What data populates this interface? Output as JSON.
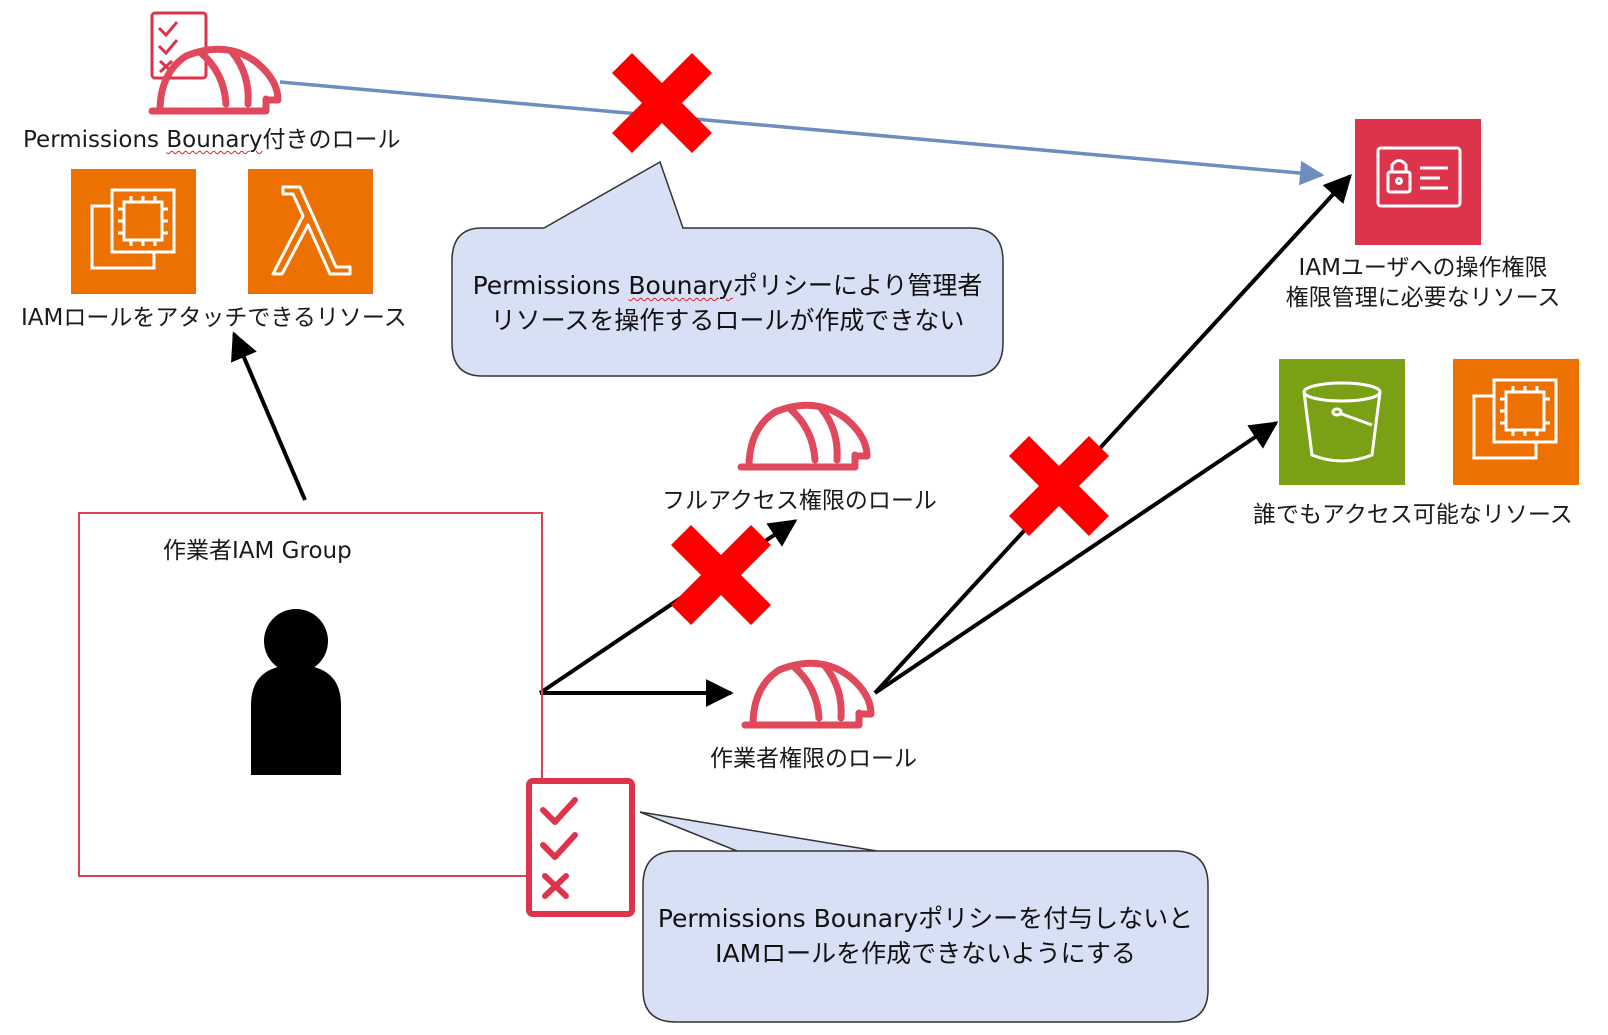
{
  "labels": {
    "pb_role_prefix": "Permissions ",
    "pb_role_squiggle": "Bounary",
    "pb_role_suffix": "付きのロール",
    "attachable_resources": "IAMロールをアタッチできるリソース",
    "iam_ops_line1": "IAMユーザへの操作権限",
    "iam_ops_line2": "権限管理に必要なリソース",
    "full_access_role": "フルアクセス権限のロール",
    "worker_role": "作業者権限のロール",
    "public_resources": "誰でもアクセス可能なリソース",
    "group_title": "作業者IAM Group"
  },
  "callouts": {
    "top_line1_prefix": "Permissions ",
    "top_line1_squiggle": "Bounary",
    "top_line1_suffix": "ポリシーにより管理者",
    "top_line2": "リソースを操作するロールが作成できない",
    "bottom_line1": "Permissions Bounaryポリシーを付与しないと",
    "bottom_line2": "IAMロールを作成できないようにする"
  },
  "icons": {
    "pb_role": "helmet-with-checklist-icon",
    "ec2": "ec2-chip-icon",
    "lambda": "lambda-icon",
    "iam": "iam-identity-card-icon",
    "s3": "s3-bucket-icon",
    "ec2_public": "ec2-chip-icon",
    "full_role": "helmet-icon",
    "worker_role": "helmet-icon",
    "user": "user-silhouette-icon",
    "boundary_policy": "checklist-icon",
    "deny": "red-x-icon"
  },
  "colors": {
    "aws_orange": "#ED7100",
    "iam_red": "#DD344C",
    "s3_green": "#7AA116",
    "role_red": "#E0485C",
    "deny_red": "#FF0000",
    "callout_fill": "#D8E0F5",
    "blue_arrow": "#6C8EBF",
    "group_border": "#D64258"
  }
}
